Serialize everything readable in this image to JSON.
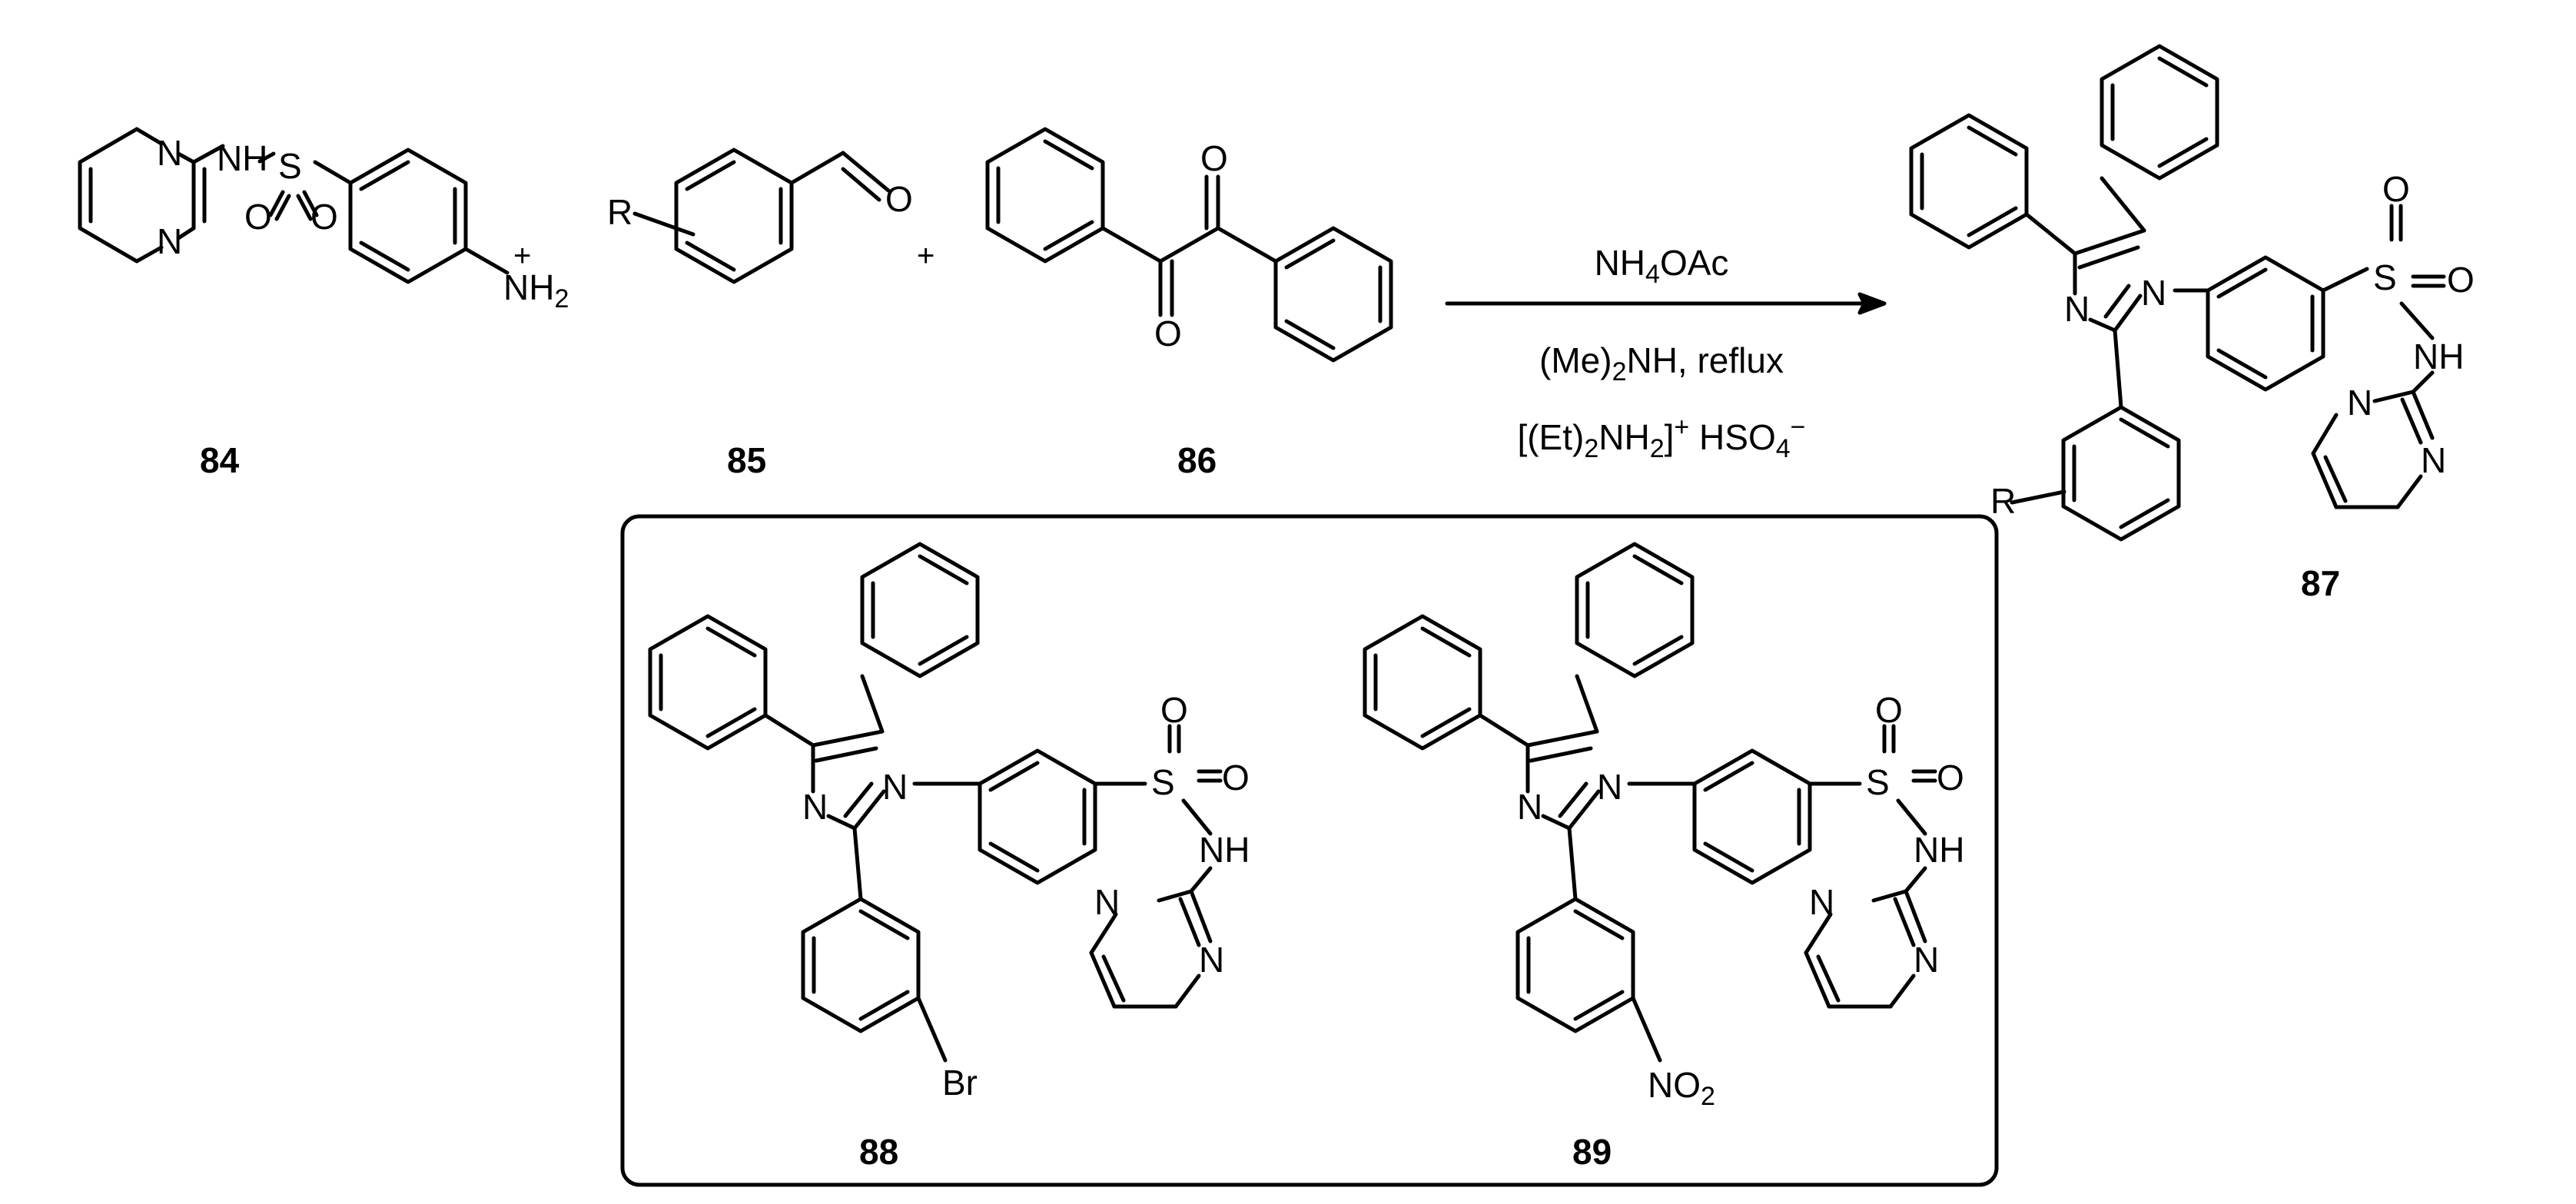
{
  "compounds": [
    {
      "id": "84"
    },
    {
      "id": "85"
    },
    {
      "id": "86"
    },
    {
      "id": "87"
    },
    {
      "id": "88"
    },
    {
      "id": "89"
    }
  ],
  "plus_signs": [
    "+",
    "+"
  ],
  "conditions": {
    "line1": {
      "a": "NH",
      "b": "4",
      "c": "OAc"
    },
    "line2": {
      "a": "(Me)",
      "b": "2",
      "c": "NH, reflux"
    },
    "line3": {
      "a": "[(Et)",
      "b": "2",
      "c": "NH",
      "d": "2",
      "e": "]",
      "f": "+",
      "g": " HSO",
      "h": "4",
      "i": "−"
    }
  },
  "atoms": {
    "N": "N",
    "NH": "NH",
    "S": "S",
    "O": "O",
    "R": "R",
    "Br": "Br",
    "NH2": {
      "main": "NH",
      "sub": "2"
    },
    "NO2": {
      "main": "NO",
      "sub": "2"
    }
  },
  "colors": {
    "line": "#000000",
    "background": "#ffffff"
  }
}
